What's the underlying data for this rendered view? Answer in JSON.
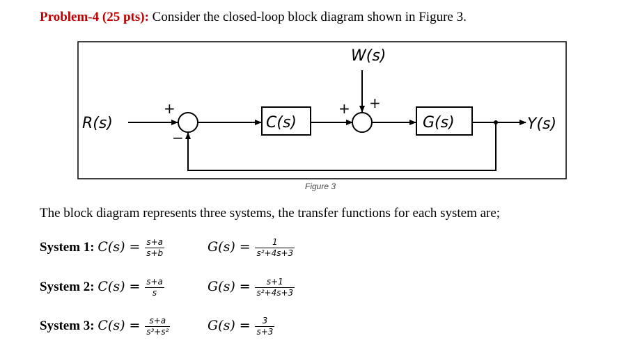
{
  "problem": {
    "heading": "Problem-4 (25 pts):",
    "text": " Consider the closed-loop block diagram shown in Figure 3."
  },
  "diagram": {
    "input_label": "R(s)",
    "disturbance_label": "W(s)",
    "controller_label": "C(s)",
    "plant_label": "G(s)",
    "output_label": "Y(s)",
    "sum1_plus": "+",
    "sum1_minus": "−",
    "sum2_plus_left": "+",
    "sum2_plus_top": "+",
    "caption": "Figure 3"
  },
  "description": "The block diagram represents three systems, the transfer functions for each system are;",
  "systems": [
    {
      "name": "System 1:",
      "c_lhs": "C(s) =",
      "c_num": "s+a",
      "c_den": "s+b",
      "g_lhs": "G(s) =",
      "g_num": "1",
      "g_den": "s²+4s+3"
    },
    {
      "name": "System 2:",
      "c_lhs": "C(s) =",
      "c_num": "s+a",
      "c_den": "s",
      "g_lhs": "G(s) =",
      "g_num": "s+1",
      "g_den": "s²+4s+3"
    },
    {
      "name": "System 3:",
      "c_lhs": "C(s) =",
      "c_num": "s+a",
      "c_den": "s³+s²",
      "g_lhs": "G(s) =",
      "g_num": "3",
      "g_den": "s+3"
    }
  ]
}
